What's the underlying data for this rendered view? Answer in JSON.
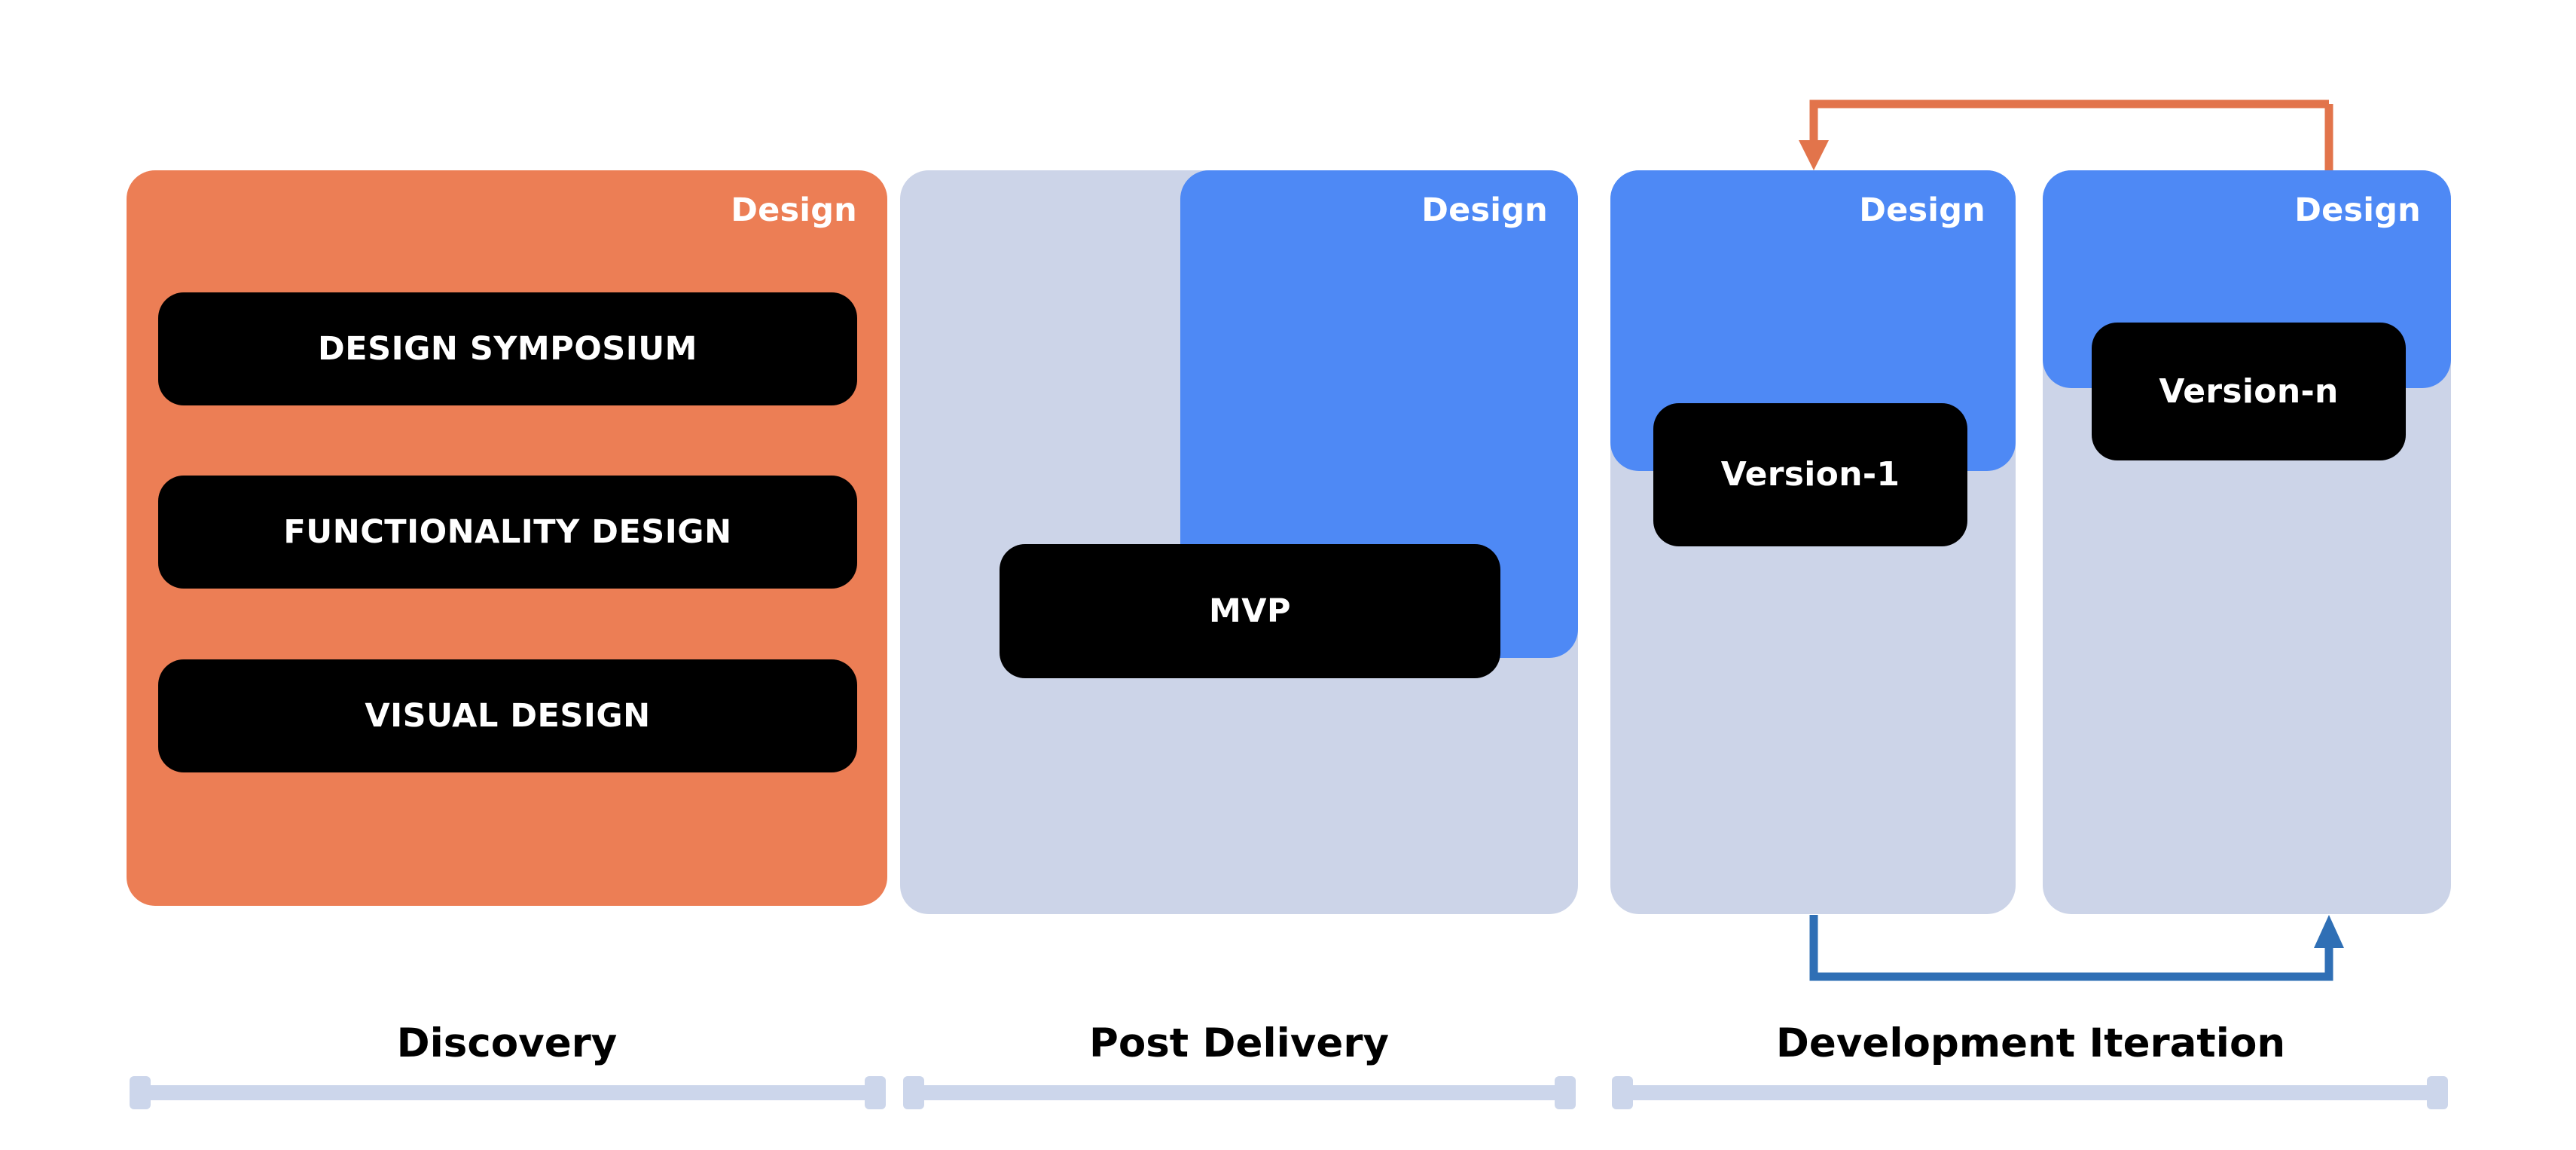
{
  "diagram": {
    "title_visible": false,
    "colors": {
      "orange": "#ec7e55",
      "blue": "#4e89f5",
      "grey_blue": "#ccd4e8",
      "rail": "#ccd6eb",
      "chip": "#000000",
      "arrow_orange": "#e2744b",
      "arrow_blue": "#2f6fb5"
    },
    "panels": [
      {
        "key": "discovery",
        "header_label": "Design",
        "header_color": "orange",
        "chips": [
          "DESIGN SYMPOSIUM",
          "FUNCTIONALITY DESIGN",
          "VISUAL DESIGN"
        ]
      },
      {
        "key": "post-delivery",
        "header_label": "Design",
        "header_color": "blue",
        "chips": [
          "MVP"
        ]
      },
      {
        "key": "version-1",
        "header_label": "Design",
        "header_color": "blue",
        "chips": [
          "Version-1"
        ]
      },
      {
        "key": "version-n",
        "header_label": "Design",
        "header_color": "blue",
        "chips": [
          "Version-n"
        ]
      }
    ],
    "sections": [
      {
        "key": "discovery",
        "label": "Discovery"
      },
      {
        "key": "post-delivery",
        "label": "Post Delivery"
      },
      {
        "key": "development-iteration",
        "label": "Development Iteration"
      }
    ],
    "connectors": [
      {
        "key": "feedback-loop-top",
        "color": "#e2744b",
        "direction": "right-to-left",
        "head": "down"
      },
      {
        "key": "iteration-loop-bottom",
        "color": "#2f6fb5",
        "direction": "left-to-right",
        "head": "up"
      }
    ]
  }
}
